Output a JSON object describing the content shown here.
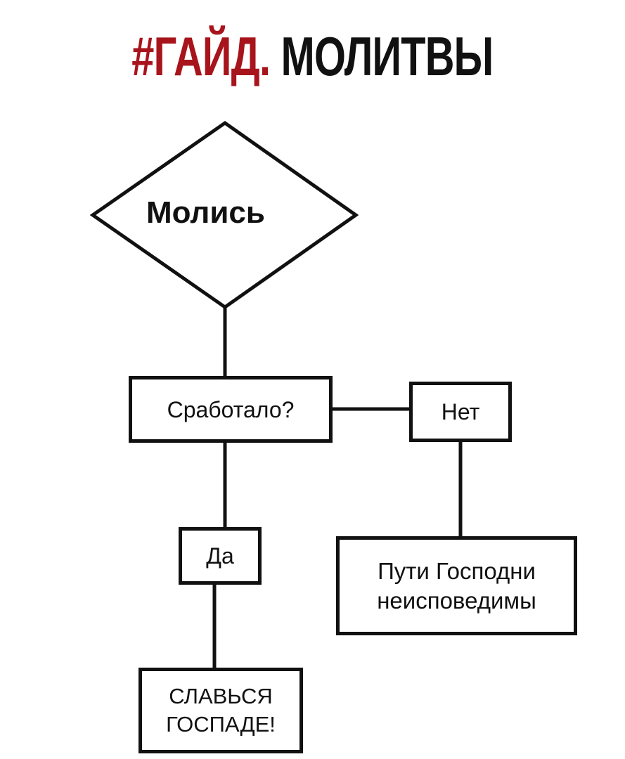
{
  "title": {
    "tag": "#ГАЙД.",
    "word": "МОЛИТВЫ",
    "tag_color": "#a8141c",
    "word_color": "#111111"
  },
  "nodes": {
    "start": "Молись",
    "question": "Сработало?",
    "no": "Нет",
    "yes": "Да",
    "no_result_line1": "Пути Господни",
    "no_result_line2": "неисповедимы",
    "yes_result_line1": "СЛАВЬСЯ",
    "yes_result_line2": "ГОСПАДЕ!"
  }
}
